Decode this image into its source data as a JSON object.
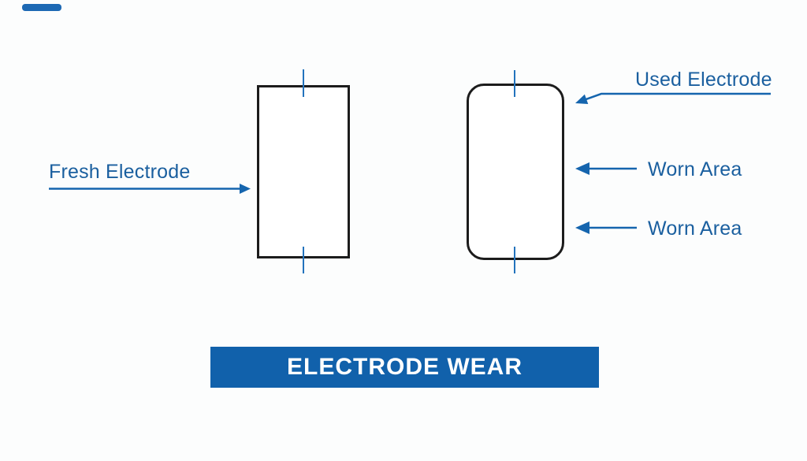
{
  "colors": {
    "background": "#fcfdfd",
    "accent_bar": "#1d69b4",
    "label_blue": "#1a5f9f",
    "arrow_blue": "#1565ae",
    "tick_blue": "#2373bd",
    "shape_border": "#1c1c1c",
    "banner_bg": "#1161ab",
    "banner_text": "#ffffff"
  },
  "diagram": {
    "fresh_label": "Fresh Electrode",
    "used_label": "Used Electrode",
    "worn_label_1": "Worn Area",
    "worn_label_2": "Worn Area",
    "banner_title": "ELECTRODE WEAR"
  }
}
